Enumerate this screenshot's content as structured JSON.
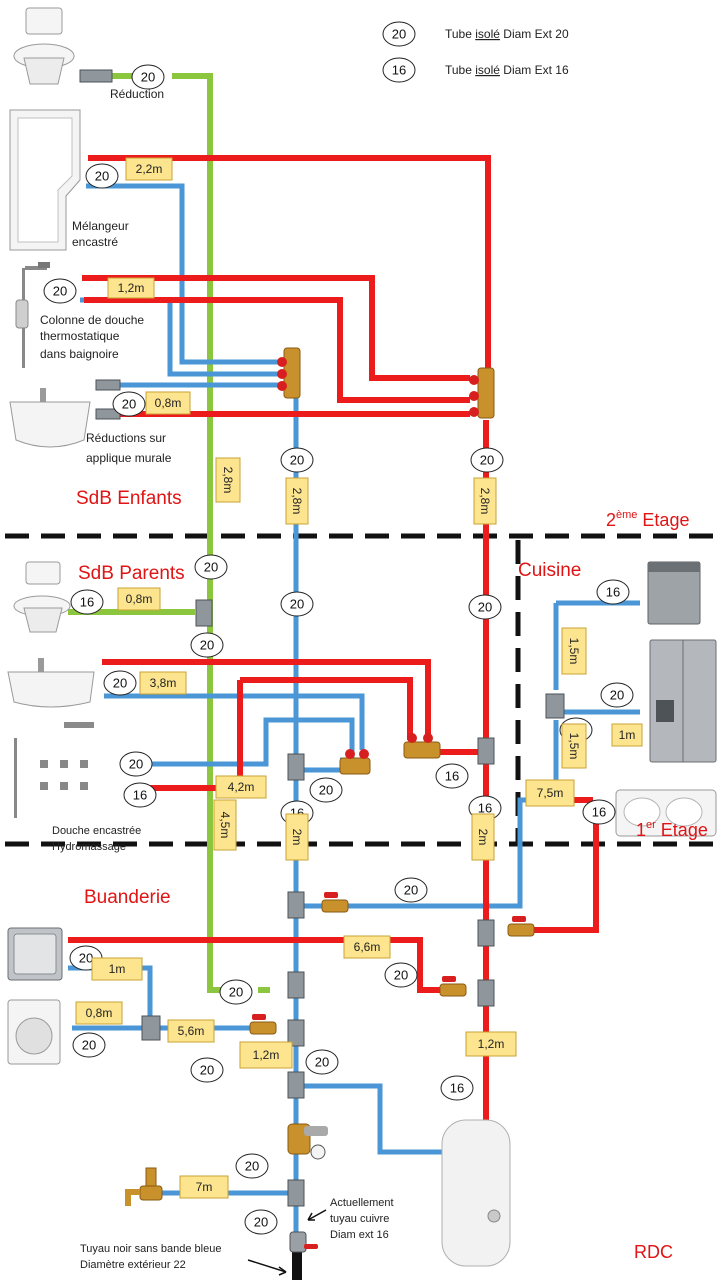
{
  "legend": {
    "items": [
      {
        "diameter": "20",
        "label_prefix": "Tube ",
        "label_underlined": "isolé",
        "label_suffix": " Diam Ext 20"
      },
      {
        "diameter": "16",
        "label_prefix": "Tube ",
        "label_underlined": "isolé",
        "label_suffix": " Diam Ext 16"
      }
    ]
  },
  "floors": {
    "second": {
      "number": "2",
      "sup": "ème",
      "word": " Etage"
    },
    "first": {
      "number": "1",
      "sup": "er",
      "word": " Etage"
    },
    "ground": "RDC"
  },
  "rooms": {
    "sdb_enfants": "SdB Enfants",
    "sdb_parents": "SdB Parents",
    "cuisine": "Cuisine",
    "buanderie": "Buanderie"
  },
  "annotations": {
    "reduction": "Réduction",
    "melangeur_1": "Mélangeur",
    "melangeur_2": "encastré",
    "colonne_1": "Colonne  de douche",
    "colonne_2": "thermostatique",
    "colonne_3": "dans baignoire",
    "reductions_1": "Réductions sur",
    "reductions_2": "applique murale",
    "douche_1": "Douche encastrée",
    "douche_2": "Hydromassage",
    "cuivre_1": "Actuellement",
    "cuivre_2": "tuyau cuivre",
    "cuivre_3": "Diam ext 16",
    "tuyau_noir_1": "Tuyau noir sans bande bleue",
    "tuyau_noir_2": "Diamètre extérieur 22"
  },
  "diameters": [
    "20",
    "20",
    "20",
    "20",
    "20",
    "20",
    "20",
    "20",
    "20",
    "20",
    "20",
    "16",
    "16",
    "20",
    "16",
    "20",
    "16",
    "20",
    "16",
    "16",
    "16",
    "16",
    "20",
    "20",
    "20",
    "20",
    "20",
    "20",
    "20",
    "16",
    "20",
    "20",
    "20"
  ],
  "lengths": [
    "2,2m",
    "1,2m",
    "0,8m",
    "2,8m",
    "2,8m",
    "2,8m",
    "0,8m",
    "3,8m",
    "4,2m",
    "1,5m",
    "1m",
    "1,5m",
    "7,5m",
    "4,5m",
    "2m",
    "2m",
    "6,6m",
    "1m",
    "0,8m",
    "5,6m",
    "1,2m",
    "1,2m",
    "7m"
  ],
  "colors": {
    "cold": "#4a96d6",
    "hot": "#ec1c1c",
    "toilet": "#8cc63f",
    "length_fill": "#fde58f",
    "length_stroke": "#c9a233",
    "room_text": "#e01414",
    "floor_line": "#111111"
  }
}
